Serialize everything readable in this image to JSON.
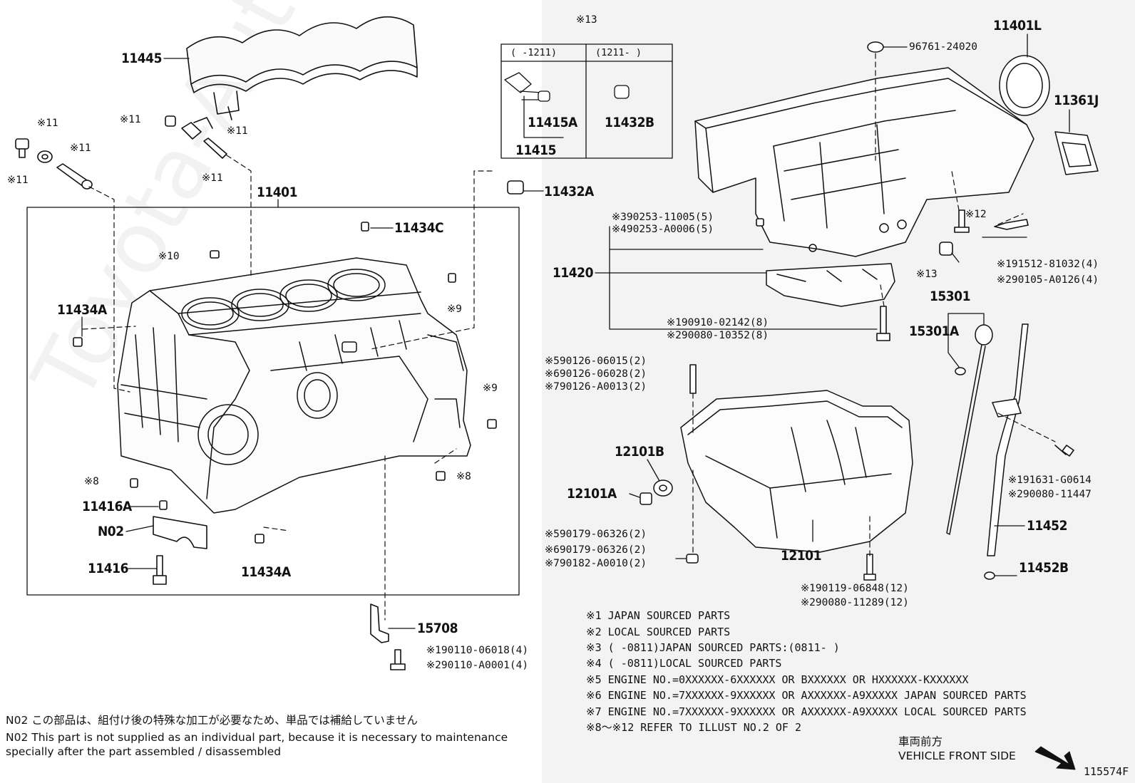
{
  "watermark": "Toyota-Autoparts.ru",
  "labels": {
    "p11445": "11445",
    "p11401": "11401",
    "p11434C": "11434C",
    "p11434A_left": "11434A",
    "p11434A_bottom": "11434A",
    "p11416A": "11416A",
    "p_N02": "N02",
    "p11416": "11416",
    "p15708": "15708",
    "p11432A": "11432A",
    "p11415A": "11415A",
    "p11415": "11415",
    "p11432B": "11432B",
    "p11401L": "11401L",
    "p11361J": "11361J",
    "p11420": "11420",
    "p15301": "15301",
    "p15301A": "15301A",
    "p12101B": "12101B",
    "p12101A": "12101A",
    "p12101": "12101",
    "p11452": "11452",
    "p11452B": "11452B"
  },
  "small": {
    "r11_a": "※11",
    "r11_b": "※11",
    "r11_c": "※11",
    "r11_d": "※11",
    "r11_e": "※11",
    "r11_f": "※11",
    "r10": "※10",
    "r9_a": "※9",
    "r9_b": "※9",
    "r8_a": "※8",
    "r8_b": "※8",
    "r13_top": "※13",
    "r13_mid": "※13",
    "r12": "※12",
    "gasket": "96761-24020",
    "a1": "※390253-11005(5)",
    "a2": "※490253-A0006(5)",
    "b1": "※191512-81032(4)",
    "b2": "※290105-A0126(4)",
    "c1": "※190910-02142(8)",
    "c2": "※290080-10352(8)",
    "d1": "※590126-06015(2)",
    "d2": "※690126-06028(2)",
    "d3": "※790126-A0013(2)",
    "e1": "※590179-06326(2)",
    "e2": "※690179-06326(2)",
    "e3": "※790182-A0010(2)",
    "f1": "※190119-06848(12)",
    "f2": "※290080-11289(12)",
    "g1": "※191631-G0614",
    "g2": "※290080-11447",
    "h1": "※190110-06018(4)",
    "h2": "※290110-A0001(4)",
    "inset_col1": "(     -1211)",
    "inset_col2": "(1211-    )"
  },
  "notes": [
    "※1  JAPAN SOURCED PARTS",
    "※2  LOCAL SOURCED PARTS",
    "※3 (      -0811)JAPAN SOURCED PARTS:(0811-      )",
    "※4 (      -0811)LOCAL SOURCED PARTS",
    "※5 ENGINE NO.=0XXXXXX-6XXXXXX OR BXXXXXX OR HXXXXXX-KXXXXXX",
    "※6 ENGINE NO.=7XXXXXX-9XXXXXX OR AXXXXXX-A9XXXXX JAPAN SOURCED PARTS",
    "※7 ENGINE NO.=7XXXXXX-9XXXXXX OR AXXXXXX-A9XXXXX LOCAL SOURCED PARTS",
    "※8～※12 REFER TO ILLUST NO.2 OF 2"
  ],
  "footnote": {
    "jp": "N02  この部品は、組付け後の特殊な加工が必要なため、単品では補給していません",
    "en1": "N02  This part is not supplied as an individual part, because it is necessary to maintenance",
    "en2": "      specially after the part assembled / disassembled"
  },
  "direction": {
    "jp": "車両前方",
    "en": "VEHICLE FRONT SIDE"
  },
  "illust_no": "115574F"
}
